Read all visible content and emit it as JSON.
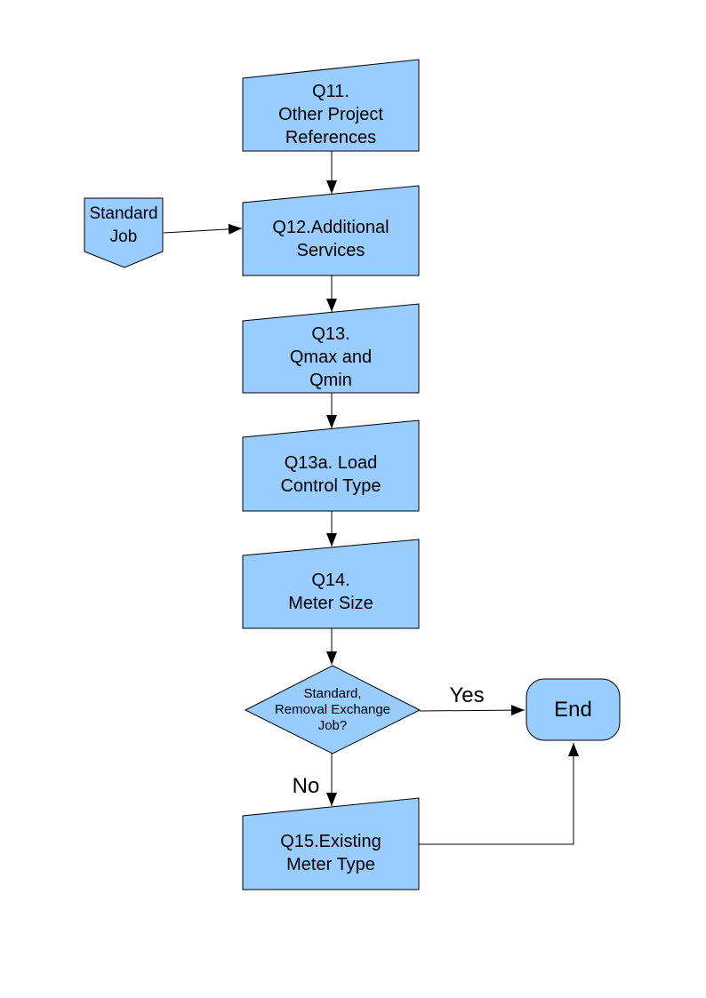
{
  "diagram": {
    "colors": {
      "node_fill": "#99CCFF",
      "node_border": "#000000",
      "connector": "#000000",
      "page_background": "#FFFFFF"
    },
    "nodes": {
      "q11": {
        "type": "manual-input",
        "label": "Q11.\nOther Project\nReferences"
      },
      "standard_job": {
        "type": "off-page-connector",
        "label": "Standard\nJob"
      },
      "q12": {
        "type": "manual-input",
        "label": "Q12.Additional\nServices"
      },
      "q13": {
        "type": "manual-input",
        "label": "Q13.\nQmax and\nQmin"
      },
      "q13a": {
        "type": "manual-input",
        "label": "Q13a. Load\nControl Type"
      },
      "q14": {
        "type": "manual-input",
        "label": "Q14.\nMeter Size"
      },
      "decision": {
        "type": "decision",
        "label": "Standard,\nRemoval Exchange\nJob?"
      },
      "end": {
        "type": "terminator",
        "label": "End"
      },
      "q15": {
        "type": "manual-input",
        "label": "Q15.Existing\nMeter Type"
      }
    },
    "edge_labels": {
      "yes": "Yes",
      "no": "No"
    }
  }
}
